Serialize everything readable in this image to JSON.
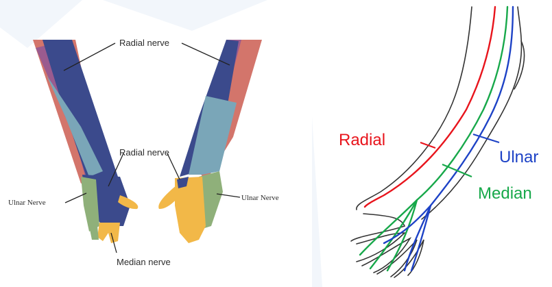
{
  "left_panel": {
    "labels": {
      "radial_top": "Radial nerve",
      "radial_mid": "Radial nerve",
      "ulnar_left": "Ulnar Nerve",
      "ulnar_right": "Ulnar Nerve",
      "median": "Median nerve"
    },
    "colors": {
      "radial": "#3b4a8c",
      "ulnar": "#8fb07a",
      "median": "#f2b848",
      "skin_red": "#d3756b",
      "skin_purple": "#9a5b8f",
      "skin_teal": "#7aa6b8"
    }
  },
  "right_panel": {
    "labels": {
      "radial": "Radial",
      "ulnar": "Ulnar",
      "median": "Median"
    },
    "colors": {
      "radial": "#e8141c",
      "ulnar": "#1d42c6",
      "median": "#17a84a",
      "outline": "#333333"
    }
  }
}
